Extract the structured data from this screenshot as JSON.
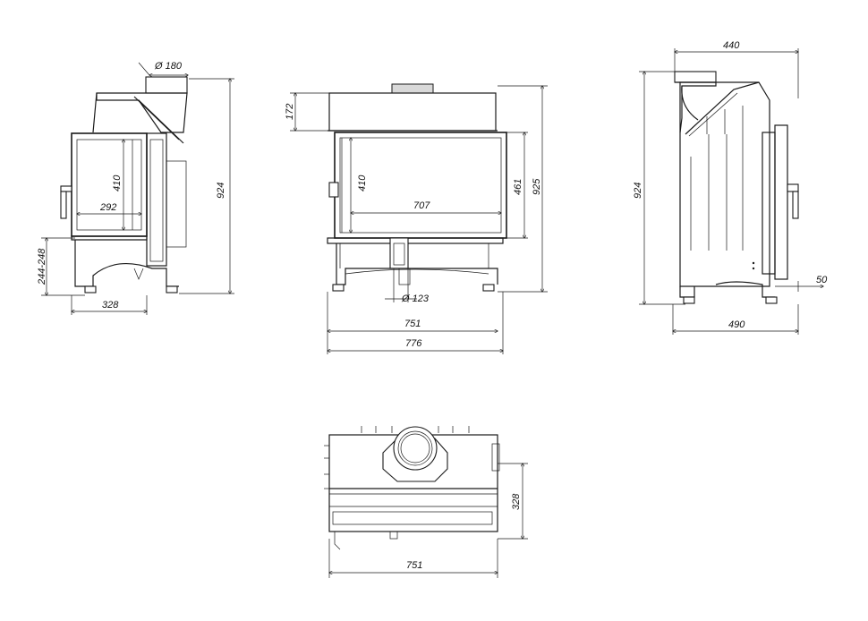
{
  "views": {
    "side_left": {
      "flue_diameter": "Ø 180",
      "window_height": "410",
      "window_width": "292",
      "total_height": "924",
      "leg_height": "244-248",
      "depth": "328"
    },
    "front": {
      "top_height": "172",
      "window_height": "410",
      "window_width": "707",
      "glass_height": "461",
      "body_height": "925",
      "air_inlet": "Ø 123",
      "inner_width": "751",
      "outer_width": "776"
    },
    "side_right": {
      "top_depth": "440",
      "total_height": "924",
      "side_offset": "50",
      "total_depth": "490"
    },
    "top": {
      "depth": "328",
      "width": "751"
    }
  }
}
